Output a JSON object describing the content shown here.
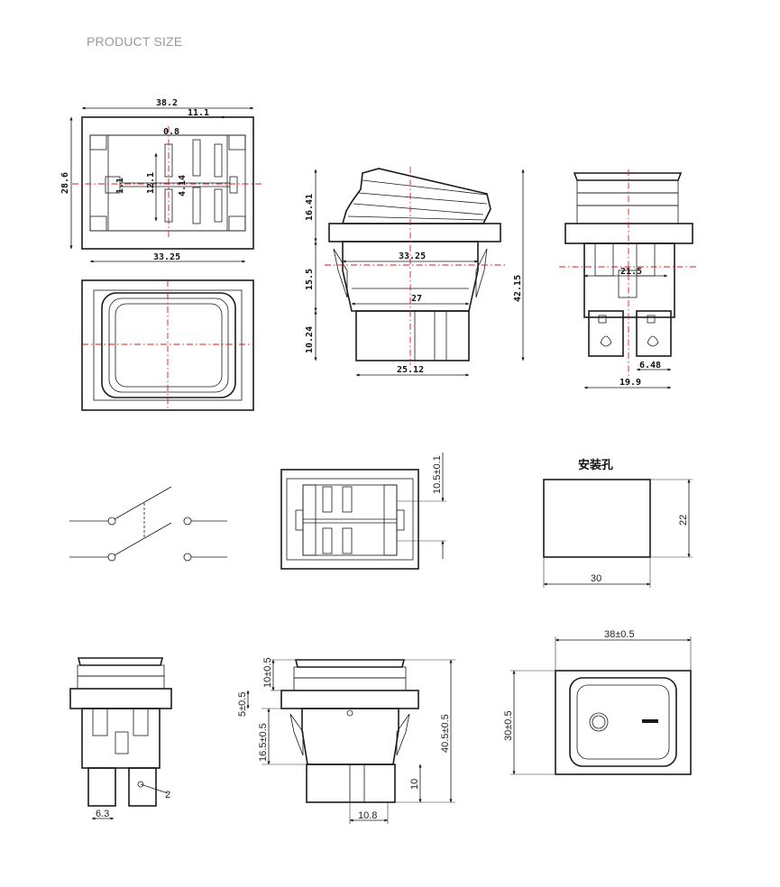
{
  "header": {
    "title": "PRODUCT SIZE"
  },
  "views": {
    "top_back": {
      "w_total": "38.2",
      "w_inner": "11.1",
      "pin_w": "0.8",
      "h_total": "28.6",
      "pitch": "12.1",
      "gap": "4.14",
      "small": "1.1",
      "base": "33.25"
    },
    "side": {
      "cap_h": "16.41",
      "body_w": "33.25",
      "body_h": "15.5",
      "inner_w": "27",
      "term_h": "10.24",
      "total_h": "42.15",
      "term_w": "25.12"
    },
    "end": {
      "body": "21.5",
      "pin": "6.48",
      "total": "19.9"
    },
    "mount": {
      "title": "安装孔",
      "height": "22",
      "width": "30"
    },
    "pin_spacing": {
      "label": "10.5±0.1"
    },
    "side2": {
      "label": "6.3",
      "angle": "2"
    },
    "front2": {
      "cap": "10±0.5",
      "flange": "5±0.5",
      "body": "16.5±0.5",
      "total": "40.5±0.5",
      "term": "10",
      "term_w": "10.8"
    },
    "face": {
      "w": "38±0.5",
      "h": "30±0.5"
    }
  }
}
